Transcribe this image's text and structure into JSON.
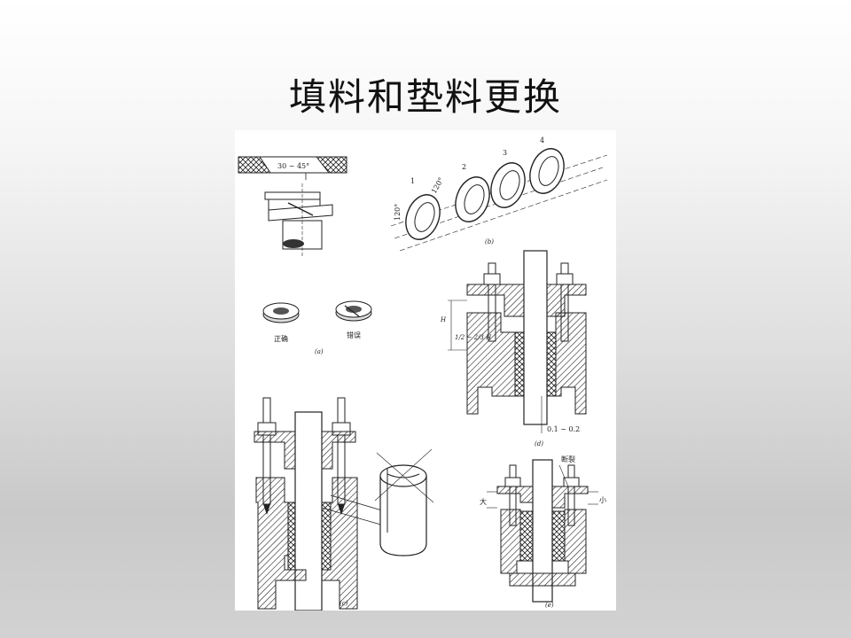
{
  "slide": {
    "title": "填料和垫料更换"
  },
  "figure": {
    "panel_a": {
      "angle_label": "30 ~ 45°",
      "correct_label": "正确",
      "wrong_label": "错误",
      "caption": "(a)"
    },
    "panel_b": {
      "ring_numbers": [
        "1",
        "2",
        "3",
        "4"
      ],
      "angle_120_top": "120°",
      "angle_120_side": "120°",
      "caption": "(b)"
    },
    "panel_c": {
      "caption": "(c)"
    },
    "panel_d": {
      "height_label": "H",
      "fraction_label": "1/2 ~ 2/3 H",
      "gap_label": "0.1 ~ 0.2",
      "caption": "(d)"
    },
    "panel_e": {
      "crack_label": "断裂",
      "big_label": "大",
      "small_label": "小",
      "caption": "(e)"
    }
  }
}
